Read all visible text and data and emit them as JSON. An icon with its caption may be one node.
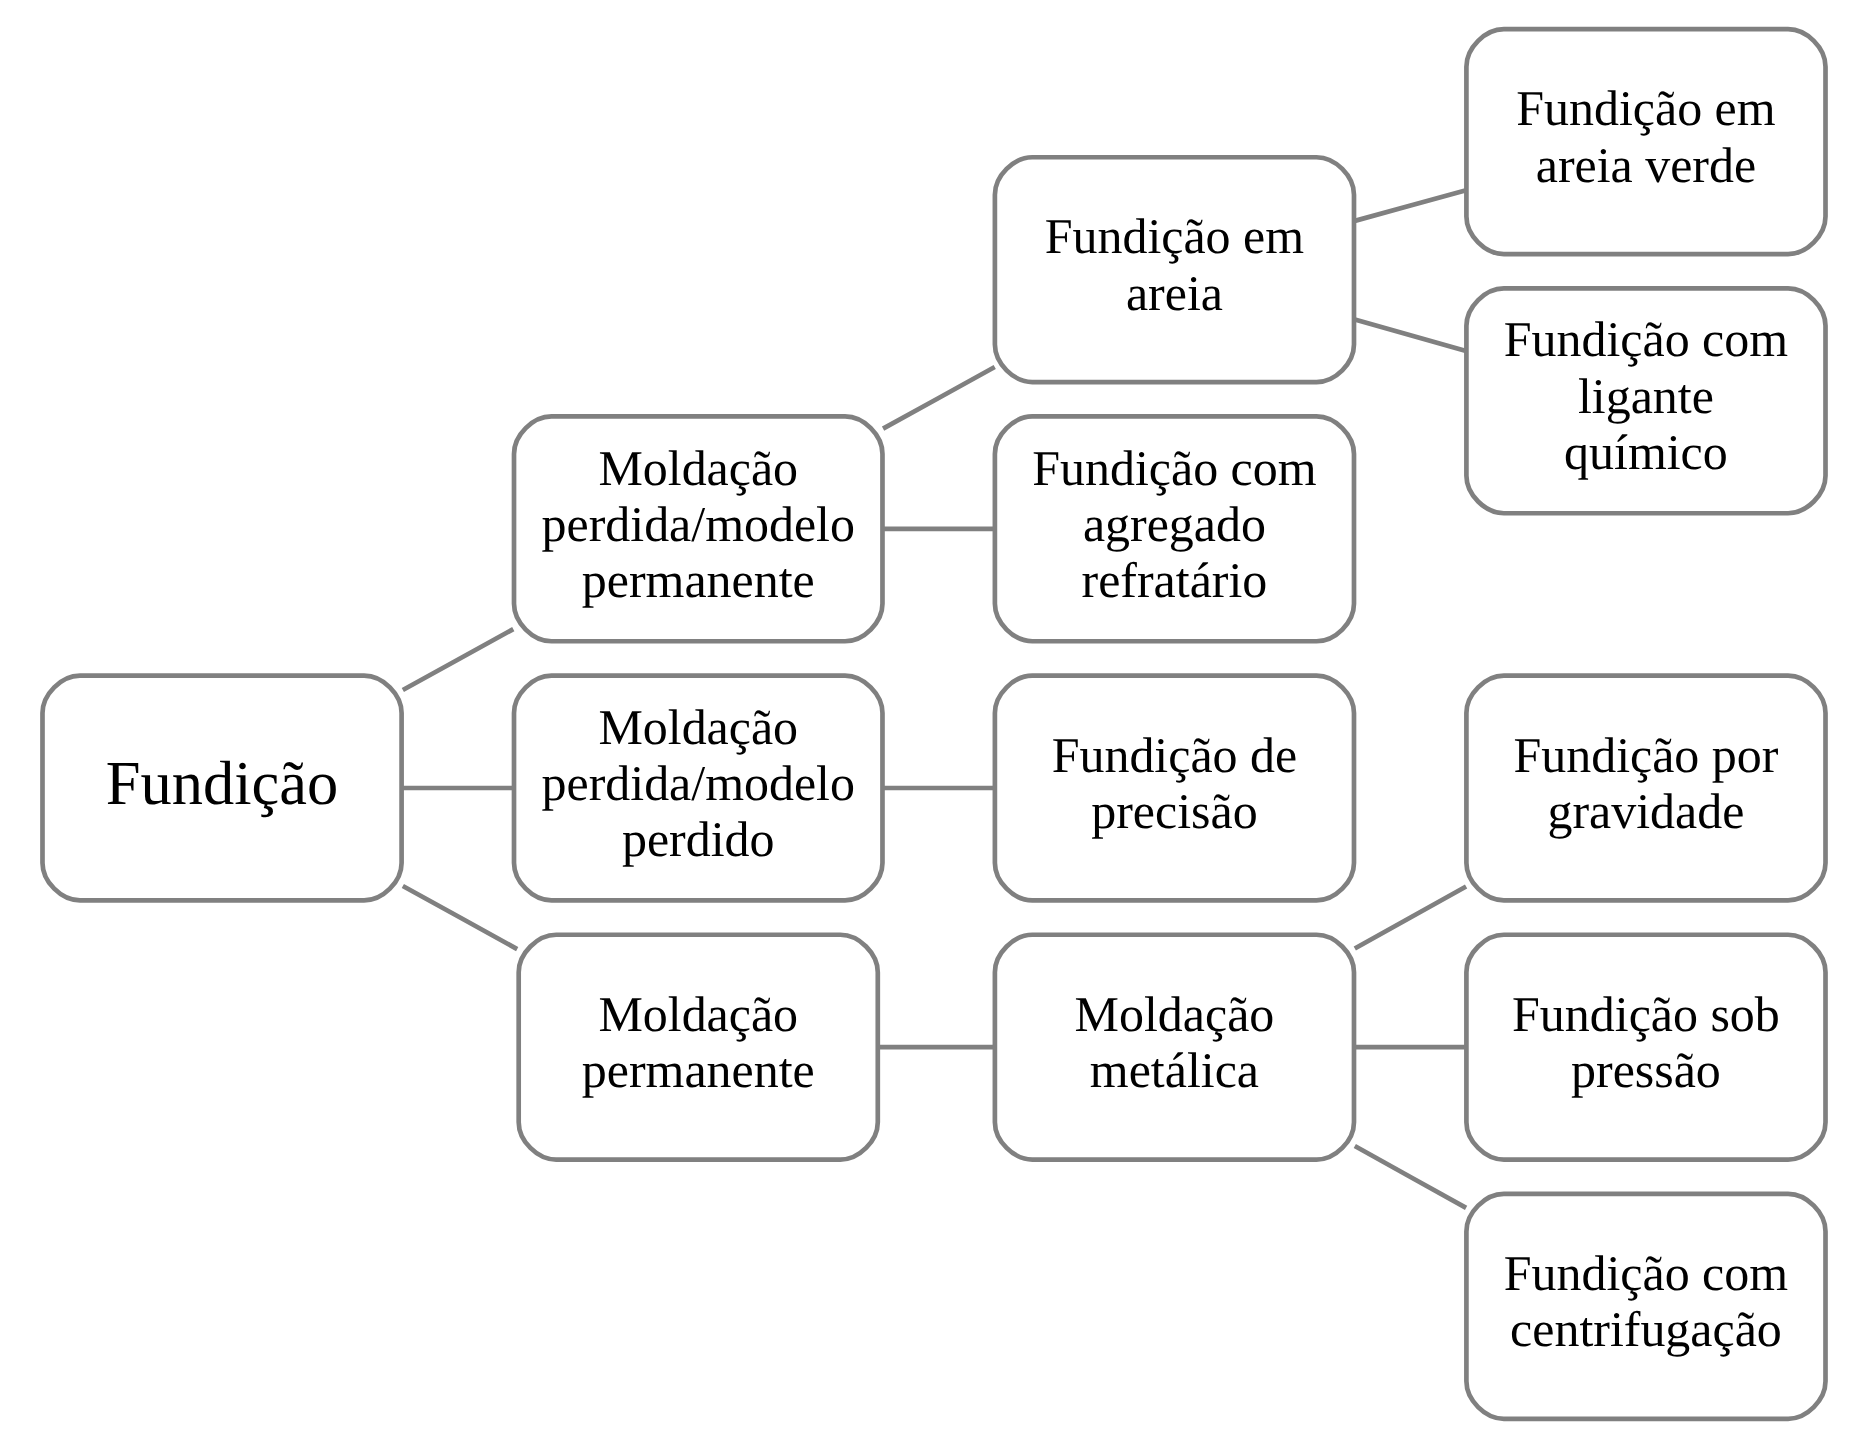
{
  "diagram": {
    "nodes": [
      {
        "text": [
          "Fundição"
        ]
      },
      {
        "text": [
          "Moldação perdida/modelo permanente"
        ]
      },
      {
        "text": [
          "Moldação perdida/modelo perdido"
        ]
      },
      {
        "text": [
          "Moldação permanente"
        ]
      },
      {
        "text": [
          "Fundição em areia"
        ]
      },
      {
        "text": [
          "Fundição com agregado refratário"
        ]
      },
      {
        "text": [
          "Fundição de precisão"
        ]
      },
      {
        "text": [
          "Moldação metálica"
        ]
      },
      {
        "text": [
          "Fundição em areia verde"
        ]
      },
      {
        "text": [
          "Fundição com ligante químico"
        ]
      },
      {
        "text": [
          "Fundição por gravidade"
        ]
      },
      {
        "text": [
          "Fundição sob pressão"
        ]
      },
      {
        "text": [
          "Fundição com centrifugação"
        ]
      }
    ],
    "edges": [
      {
        "from": 0,
        "to": 1,
        "arrow": "none"
      },
      {
        "from": 0,
        "to": 2,
        "arrow": "none"
      },
      {
        "from": 0,
        "to": 3,
        "arrow": "none"
      },
      {
        "from": 1,
        "to": 4,
        "arrow": "none"
      },
      {
        "from": 1,
        "to": 5,
        "arrow": "none"
      },
      {
        "from": 2,
        "to": 6,
        "arrow": "none"
      },
      {
        "from": 3,
        "to": 7,
        "arrow": "none"
      },
      {
        "from": 4,
        "to": 8,
        "arrow": "none"
      },
      {
        "from": 4,
        "to": 9,
        "arrow": "none"
      },
      {
        "from": 7,
        "to": 10,
        "arrow": "none"
      },
      {
        "from": 7,
        "to": 11,
        "arrow": "none"
      },
      {
        "from": 7,
        "to": 12,
        "arrow": "none"
      }
    ]
  }
}
